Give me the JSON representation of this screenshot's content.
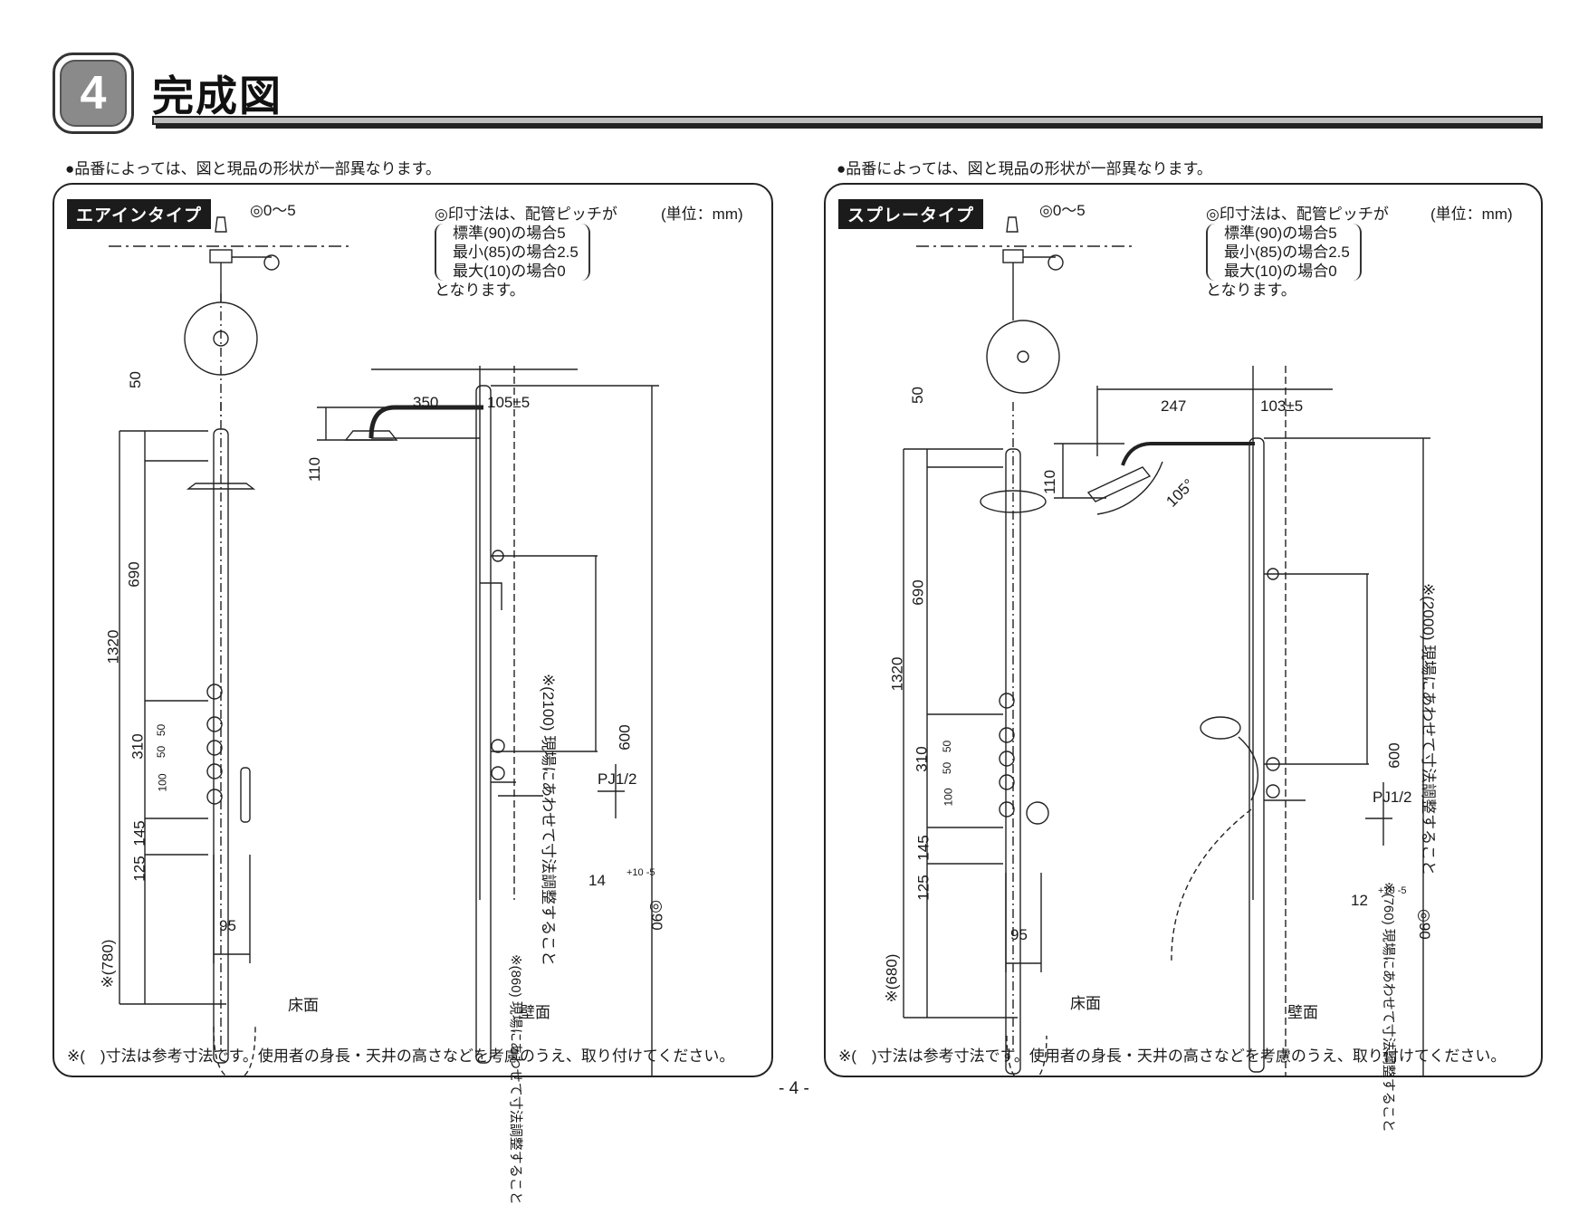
{
  "section": {
    "number": "4",
    "title": "完成図"
  },
  "note": "●品番によっては、図と現品の形状が一部異なります。",
  "footer_note": "※(　)寸法は参考寸法です。使用者の身長・天井の高さなどを考慮のうえ、取り付けてください。",
  "page_number": "- 4 -",
  "panels": [
    {
      "type_label": "エアインタイプ",
      "unit": "(単位：mm)",
      "mark_range": "◎0～5",
      "pitch_note": [
        "◎印寸法は、配管ピッチが",
        "標準(90)の場合5",
        "最小(85)の場合2.5",
        "最大(10)の場合0",
        "となります。"
      ],
      "dims": {
        "top": "50",
        "shower_to_valve": "690",
        "total": "1320",
        "valve_span": "310",
        "small_a": "50",
        "small_b": "50",
        "small_c": "100",
        "lower": "145",
        "bottom": "125",
        "ref_floor": "※(780)",
        "width": "95",
        "arm": "350",
        "offset": "105±5",
        "head_drop": "110",
        "mid": "600",
        "pipe": "PJ1/2",
        "gap": "14",
        "ref_wall": "※(2100) 現場にあわせて寸法調整すること",
        "ref_low": "※(860) 現場にあわせて寸法調整すること",
        "pitch": "◎90",
        "tol": "+10 -5",
        "floor": "床面",
        "wall": "壁面"
      }
    },
    {
      "type_label": "スプレータイプ",
      "unit": "(単位：mm)",
      "mark_range": "◎0～5",
      "pitch_note": [
        "◎印寸法は、配管ピッチが",
        "標準(90)の場合5",
        "最小(85)の場合2.5",
        "最大(10)の場合0",
        "となります。"
      ],
      "dims": {
        "top": "50",
        "shower_to_valve": "690",
        "total": "1320",
        "valve_span": "310",
        "small_a": "50",
        "small_b": "50",
        "small_c": "100",
        "lower": "145",
        "bottom": "125",
        "ref_floor": "※(680)",
        "width": "95",
        "arm": "247",
        "offset": "103±5",
        "head_drop": "110",
        "angle": "105°",
        "mid": "600",
        "pipe": "PJ1/2",
        "gap": "12",
        "ref_wall": "※(2000) 現場にあわせて寸法調整すること",
        "ref_low": "※(760) 現場にあわせて寸法調整すること",
        "pitch": "◎90",
        "tol": "+10 -5",
        "floor": "床面",
        "wall": "壁面"
      }
    }
  ]
}
